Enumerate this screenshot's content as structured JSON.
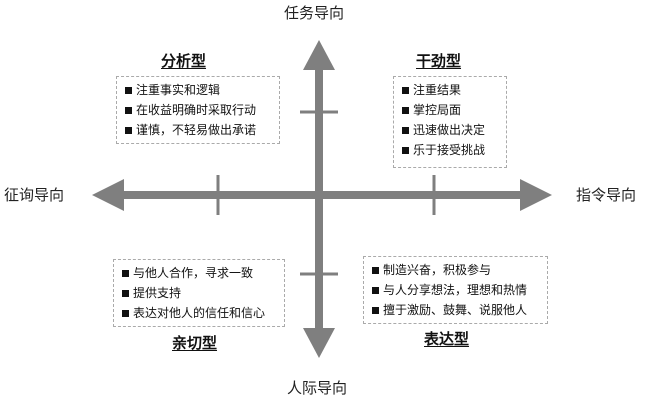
{
  "axes": {
    "top": "任务导向",
    "bottom": "人际导向",
    "left": "征询导向",
    "right": "指令导向"
  },
  "quadrants": {
    "top_left": {
      "title": "分析型",
      "items": [
        "注重事实和逻辑",
        "在收益明确时采取行动",
        "谨慎，不轻易做出承诺"
      ]
    },
    "top_right": {
      "title": "干劲型",
      "items": [
        "注重结果",
        "掌控局面",
        "迅速做出决定",
        "乐于接受挑战"
      ]
    },
    "bottom_left": {
      "title": "亲切型",
      "items": [
        "与他人合作，寻求一致",
        "提供支持",
        "表达对他人的信任和信心"
      ]
    },
    "bottom_right": {
      "title": "表达型",
      "items": [
        "制造兴奋，积极参与",
        "与人分享想法，理想和热情",
        "擅于激励、鼓舞、说服他人"
      ]
    }
  },
  "colors": {
    "axis": "#7f7f7f",
    "box_border": "#aaaaaa",
    "bullet": "#111111"
  }
}
